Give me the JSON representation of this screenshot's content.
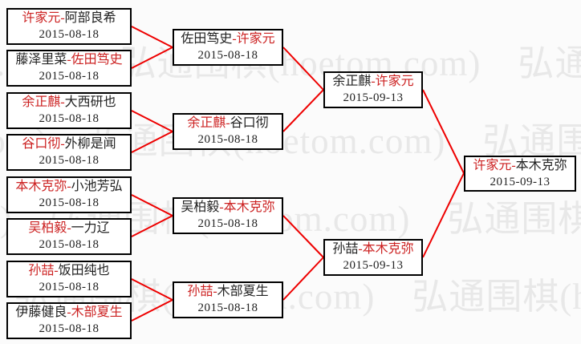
{
  "page": {
    "background": "#fbfbfb"
  },
  "colors": {
    "winner_text": "#cc2222",
    "loser_text": "#222222",
    "connector": "#ee0000",
    "box_border": "#000000",
    "watermark": "#e8e8e8"
  },
  "separator": "-",
  "watermark": {
    "text": "弘通围棋(hoetom.com)",
    "tile": "弘通围棋(hoetom.com)　弘通围棋(hoetom.com)　弘通围棋(hoetom.com)"
  },
  "rounds": [
    {
      "matches": [
        {
          "p1": {
            "name": "许家元",
            "color": "red"
          },
          "p2": {
            "name": "阿部良希",
            "color": "black"
          },
          "date": "2015-08-18"
        },
        {
          "p1": {
            "name": "藤泽里菜",
            "color": "black"
          },
          "p2": {
            "name": "佐田笃史",
            "color": "red"
          },
          "date": "2015-08-18"
        },
        {
          "p1": {
            "name": "余正麒",
            "color": "red"
          },
          "p2": {
            "name": "大西研也",
            "color": "black"
          },
          "date": "2015-08-18"
        },
        {
          "p1": {
            "name": "谷口彻",
            "color": "red"
          },
          "p2": {
            "name": "外柳是闻",
            "color": "black"
          },
          "date": "2015-08-18"
        },
        {
          "p1": {
            "name": "本木克弥",
            "color": "red"
          },
          "p2": {
            "name": "小池芳弘",
            "color": "black"
          },
          "date": "2015-08-18"
        },
        {
          "p1": {
            "name": "吴柏毅",
            "color": "red"
          },
          "p2": {
            "name": "一力辽",
            "color": "black"
          },
          "date": "2015-08-18"
        },
        {
          "p1": {
            "name": "孙喆",
            "color": "red"
          },
          "p2": {
            "name": "饭田纯也",
            "color": "black"
          },
          "date": "2015-08-18"
        },
        {
          "p1": {
            "name": "伊藤健良",
            "color": "black"
          },
          "p2": {
            "name": "木部夏生",
            "color": "red"
          },
          "date": "2015-08-18"
        }
      ]
    },
    {
      "matches": [
        {
          "p1": {
            "name": "佐田笃史",
            "color": "black"
          },
          "p2": {
            "name": "许家元",
            "color": "red"
          },
          "date": "2015-08-18"
        },
        {
          "p1": {
            "name": "余正麒",
            "color": "red"
          },
          "p2": {
            "name": "谷口彻",
            "color": "black"
          },
          "date": "2015-08-18"
        },
        {
          "p1": {
            "name": "吴柏毅",
            "color": "black"
          },
          "p2": {
            "name": "本木克弥",
            "color": "red"
          },
          "date": "2015-08-18"
        },
        {
          "p1": {
            "name": "孙喆",
            "color": "red"
          },
          "p2": {
            "name": "木部夏生",
            "color": "black"
          },
          "date": "2015-08-18"
        }
      ]
    },
    {
      "matches": [
        {
          "p1": {
            "name": "余正麒",
            "color": "black"
          },
          "p2": {
            "name": "许家元",
            "color": "red"
          },
          "date": "2015-09-13"
        },
        {
          "p1": {
            "name": "孙喆",
            "color": "black"
          },
          "p2": {
            "name": "本木克弥",
            "color": "red"
          },
          "date": "2015-09-13"
        }
      ]
    },
    {
      "matches": [
        {
          "p1": {
            "name": "许家元",
            "color": "red"
          },
          "p2": {
            "name": "本木克弥",
            "color": "black"
          },
          "date": "2015-09-13"
        }
      ]
    }
  ]
}
